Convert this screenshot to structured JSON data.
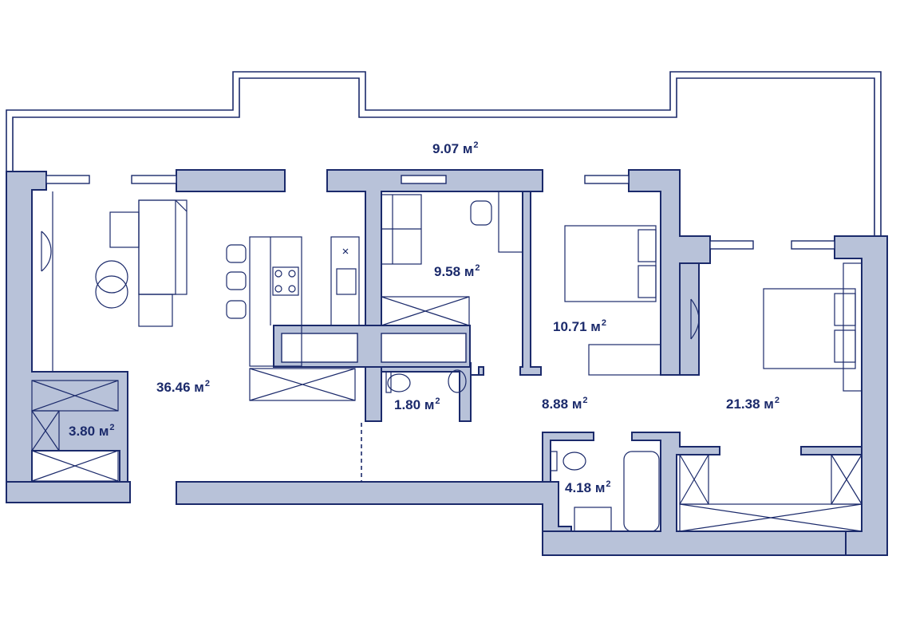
{
  "floor_plan": {
    "colors": {
      "line": "#1b2a6b",
      "wall_fill": "#b8c2d9",
      "background": "#ffffff"
    },
    "unit": "м",
    "unit_exponent": "2",
    "rooms": [
      {
        "id": "balcony",
        "area": "9.07"
      },
      {
        "id": "living-kitchen",
        "area": "36.46"
      },
      {
        "id": "study",
        "area": "9.58"
      },
      {
        "id": "bedroom-small",
        "area": "10.71"
      },
      {
        "id": "bedroom-master",
        "area": "21.38"
      },
      {
        "id": "hallway",
        "area": "8.88"
      },
      {
        "id": "wc",
        "area": "1.80"
      },
      {
        "id": "storage",
        "area": "3.80"
      },
      {
        "id": "bathroom",
        "area": "4.18"
      }
    ]
  }
}
